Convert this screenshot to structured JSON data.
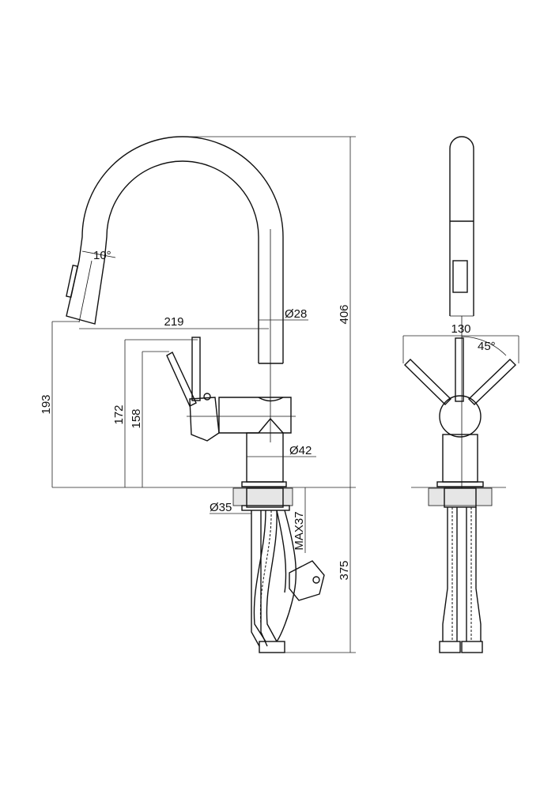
{
  "side_view": {
    "spray_angle": "10°",
    "spout_reach": "219",
    "spout_diameter": "Ø28",
    "total_height": "406",
    "outlet_height": "193",
    "lever_height": "172",
    "lever_tilted_height": "158",
    "body_diameter": "Ø42",
    "shank_diameter": "Ø35",
    "max_deck_thickness": "MAX37",
    "below_deck_length": "375"
  },
  "front_view": {
    "base_width": "130",
    "lever_angle": "45°"
  }
}
